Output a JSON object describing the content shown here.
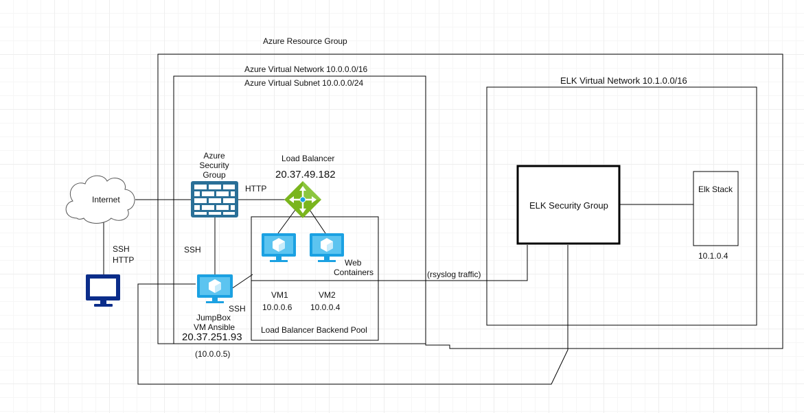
{
  "resource_group": {
    "label": "Azure Resource Group"
  },
  "vnet": {
    "label": "Azure Virtual Network 10.0.0.0/16"
  },
  "subnet": {
    "label": "Azure Virtual Subnet 10.0.0.0/24"
  },
  "internet": {
    "label": "Internet"
  },
  "security_group": {
    "line1": "Azure",
    "line2": "Security",
    "line3": "Group"
  },
  "load_balancer": {
    "label": "Load Balancer",
    "ip": "20.37.49.182"
  },
  "backend_pool": {
    "label": "Load Balancer Backend Pool"
  },
  "web_containers": {
    "line1": "Web",
    "line2": "Containers"
  },
  "vm1": {
    "name": "VM1",
    "ip": "10.0.0.6"
  },
  "vm2": {
    "name": "VM2",
    "ip": "10.0.0.4"
  },
  "jumpbox": {
    "line1": "JumpBox",
    "line2": "VM Ansible",
    "ip": "20.37.251.93",
    "private_ip": "(10.0.0.5)"
  },
  "elk_vnet": {
    "label": "ELK Virtual Network 10.1.0.0/16"
  },
  "elk_security_group": {
    "label": "ELK Security Group"
  },
  "elk_stack": {
    "label": "Elk Stack",
    "ip": "10.1.0.4"
  },
  "connections": {
    "internet_to_sg": "HTTP",
    "internet_to_admin_line1": "SSH",
    "internet_to_admin_line2": "HTTP",
    "sg_to_jumpbox": "SSH",
    "jumpbox_to_vms": "SSH",
    "syslog": "(rsyslog traffic)"
  },
  "colors": {
    "azure_blue": "#1ba1e2",
    "monitor_navy": "#0b2d8a",
    "lb_green": "#7ab51d",
    "firewall_blue": "#2a6f97",
    "line": "#000000"
  },
  "icons": {
    "internet": "cloud-icon",
    "security_group": "firewall-icon",
    "load_balancer": "load-balancer-icon",
    "vm": "virtual-machine-icon",
    "admin": "monitor-icon"
  }
}
